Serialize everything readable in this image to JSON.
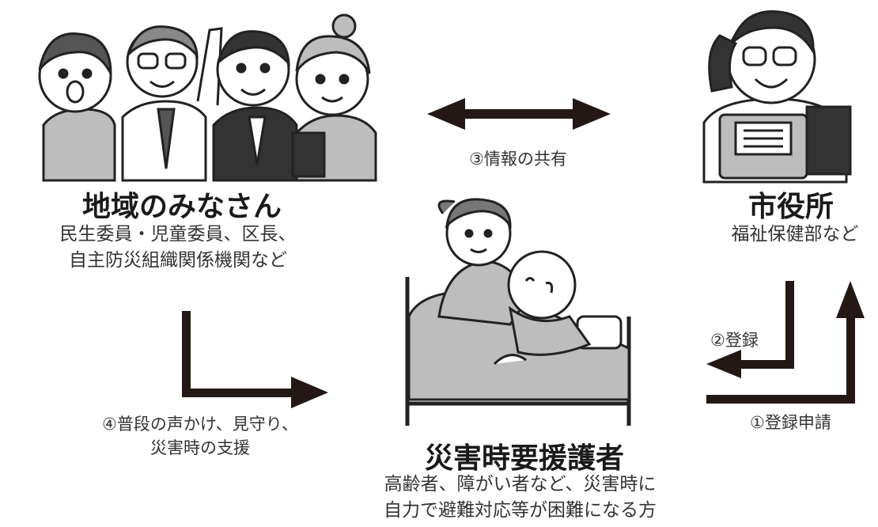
{
  "nodes": {
    "community": {
      "title": "地域のみなさん",
      "desc_lines": [
        "民生委員・児童委員、区長、",
        "自主防災組織関係機関など"
      ]
    },
    "city_hall": {
      "title": "市役所",
      "desc_lines": [
        "福祉保健部など"
      ]
    },
    "vulnerable": {
      "title": "災害時要援護者",
      "desc_lines": [
        "高齢者、障がい者など、災害時に",
        "自力で避難対応等が困難になる方"
      ]
    }
  },
  "flows": {
    "share": "③情報の共有",
    "register": "②登録",
    "apply": "①登録申請",
    "support_lines": [
      "④普段の声かけ、見守り、",
      "災害時の支援"
    ]
  },
  "colors": {
    "arrow": "#231815",
    "illustration_fill": "#bdbdbd",
    "illustration_stroke": "#222222"
  },
  "icons": {
    "community": "group-of-people-icon",
    "city_hall": "clerk-on-phone-icon",
    "vulnerable": "caregiver-with-patient-icon"
  }
}
